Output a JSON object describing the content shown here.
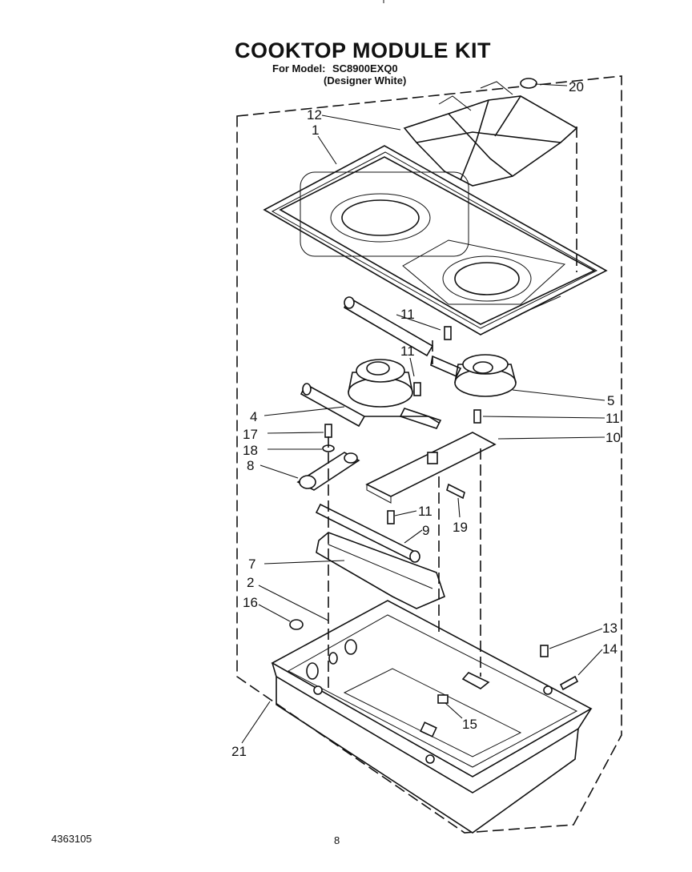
{
  "header": {
    "title": "COOKTOP MODULE KIT",
    "model_label": "For Model:",
    "model_number": "SC8900EXQ0",
    "color_variant": "(Designer White)"
  },
  "callouts": [
    "20",
    "12",
    "1",
    "11",
    "11",
    "5",
    "4",
    "11",
    "10",
    "17",
    "18",
    "8",
    "11",
    "9",
    "19",
    "7",
    "2",
    "16",
    "13",
    "14",
    "15",
    "21"
  ],
  "footer": {
    "doc_number": "4363105",
    "page_number": "8"
  }
}
